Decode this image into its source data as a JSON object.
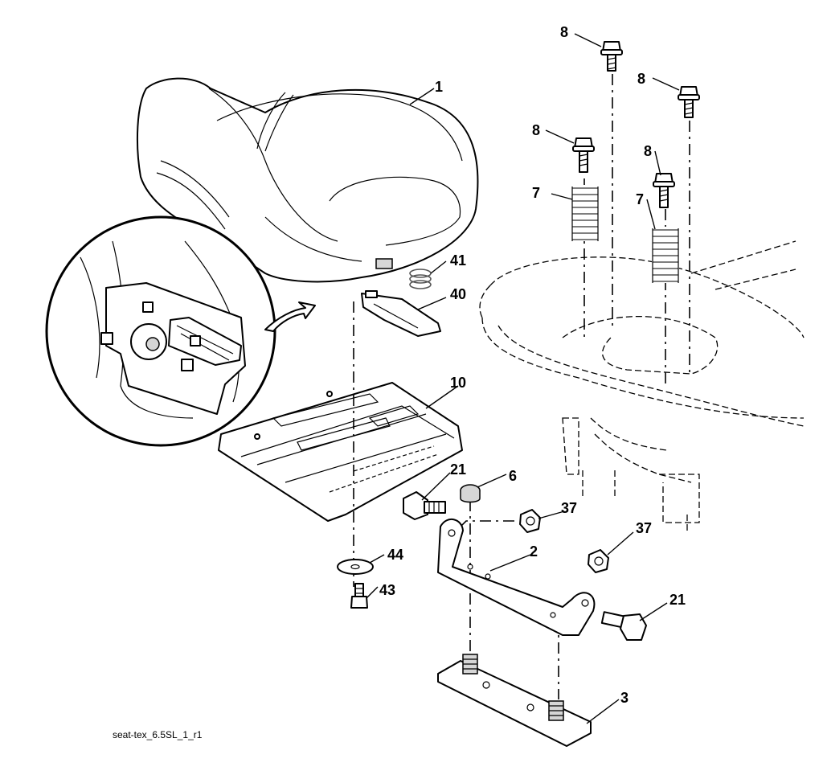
{
  "figure": {
    "filename": "seat-tex_6.5SL_1_r1"
  },
  "callouts": {
    "seat": "1",
    "bracket": "2",
    "plate": "3",
    "nut_6": "6",
    "spring_left": "7",
    "spring_right": "7",
    "bolt_8_top": "8",
    "bolt_8_right": "8",
    "bolt_8_left": "8",
    "bolt_8_mid": "8",
    "pan": "10",
    "bolt_21_left": "21",
    "bolt_21_right": "21",
    "nut_37_upper": "37",
    "nut_37_lower": "37",
    "clip_40": "40",
    "spring_41": "41",
    "bolt_43": "43",
    "washer_44": "44"
  }
}
